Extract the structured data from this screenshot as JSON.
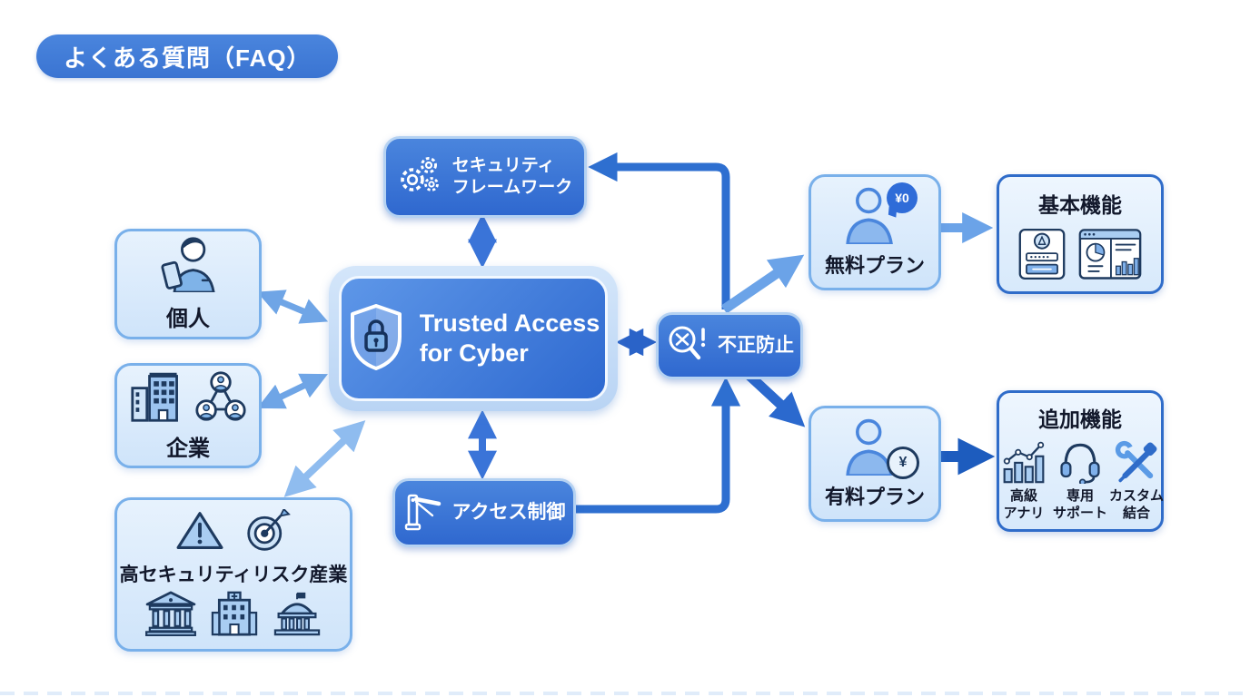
{
  "page": {
    "title": "よくある質問（FAQ）"
  },
  "colors": {
    "primary_blue": "#2F6CD0",
    "node_blue": "#3B76D8",
    "node_border": "#B5D2F2",
    "light_box_bg": "#DCEBFB",
    "light_box_border": "#79B0EA",
    "feature_border": "#2F6CC9",
    "arrow_light": "#7FB0E8",
    "arrow_mid": "#3A74D8",
    "arrow_dark": "#2A63C8",
    "arrow_elbow": "#2E6FD0",
    "arrow_free": "#6BA3E8",
    "arrow_paid": "#1D5CBE",
    "icon_navy": "#1E3A5F",
    "icon_fill": "#7FB3E8",
    "text_dark": "#12182B"
  },
  "diagram": {
    "center": {
      "title_line1": "Trusted Access",
      "title_line2": "for Cyber"
    },
    "security_framework": {
      "label_line1": "セキュリティ",
      "label_line2": "フレームワーク"
    },
    "access_control": {
      "label": "アクセス制御"
    },
    "fraud_prevention": {
      "label": "不正防止"
    },
    "audiences": {
      "individual": {
        "label": "個人"
      },
      "enterprise": {
        "label": "企業"
      },
      "high_risk": {
        "label": "高セキュリティリスク産業"
      }
    },
    "plans": {
      "free": {
        "label": "無料プラン",
        "badge": "¥0"
      },
      "paid": {
        "label": "有料プラン",
        "badge": "¥"
      }
    },
    "features": {
      "basic": {
        "title": "基本機能"
      },
      "additional": {
        "title": "追加機能",
        "items": [
          {
            "line1": "高級",
            "line2": "アナリ"
          },
          {
            "line1": "専用",
            "line2": "サポート"
          },
          {
            "line1": "カスタム",
            "line2": "結合"
          }
        ]
      }
    }
  }
}
